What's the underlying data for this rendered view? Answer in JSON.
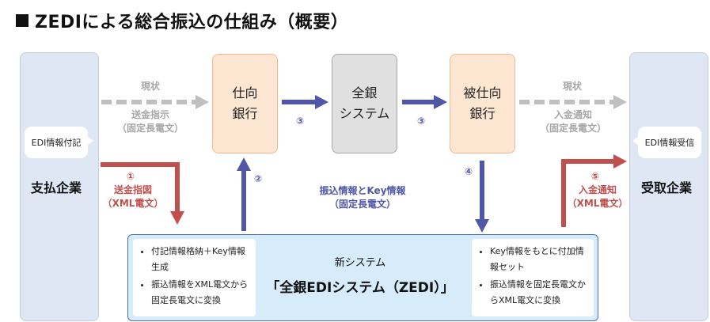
{
  "title": "ZEDIによる総合振込の仕組み（概要）",
  "payer": {
    "label": "支払企業",
    "bubble": "EDI情報付記"
  },
  "payee": {
    "label": "受取企業",
    "bubble": "EDI情報受信"
  },
  "sending_bank": "仕向\n銀行",
  "zengin_system": "全銀\nシステム",
  "receiving_bank": "被仕向\n銀行",
  "current_left": {
    "tag": "現状",
    "text": "送金指示\n（固定長電文）"
  },
  "current_right": {
    "tag": "現状",
    "text": "入金通知\n（固定長電文）"
  },
  "step1": {
    "num": "①",
    "text": "送金指図\n（XML電文）"
  },
  "step2": {
    "num": "②"
  },
  "step3a": {
    "num": "③"
  },
  "step3b": {
    "num": "③"
  },
  "step4": {
    "num": "④"
  },
  "step5": {
    "num": "⑤",
    "text": "入金通知\n（XML電文）"
  },
  "center_label": "振込情報とKey情報\n（固定長電文）",
  "new_system": {
    "title": "新システム",
    "name": "「全銀EDIシステム（ZEDI）」",
    "left_items": [
      "付記情報格納＋Key情報生成",
      "振込情報をXML電文から固定長電文に変換"
    ],
    "right_items": [
      "Key情報をもとに付加情報セット",
      "振込情報を固定長電文からXML電文に変換"
    ]
  },
  "colors": {
    "red": "#c0504d",
    "blue": "#4f57a6",
    "gray": "#bfbfbf"
  }
}
